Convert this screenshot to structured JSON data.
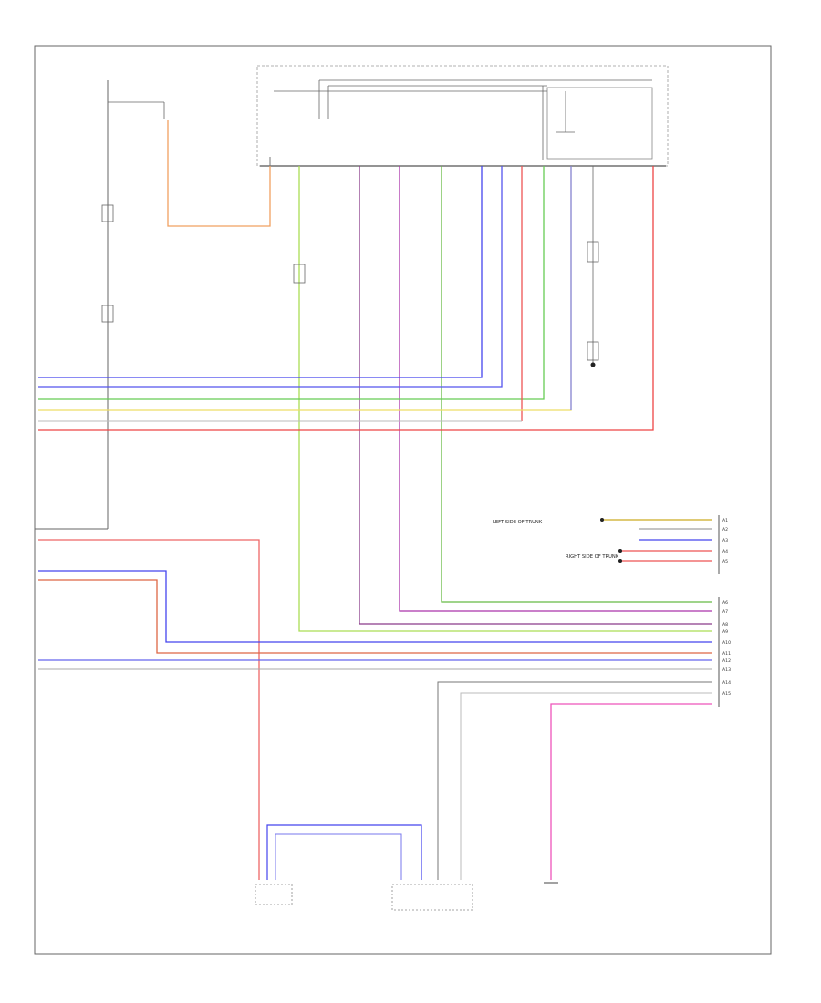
{
  "title": "",
  "frame_caption": "",
  "connector_notes": [
    "LEFT SIDE OF TRUNK",
    "RIGHT SIDE OF TRUNK"
  ],
  "right_connector_pins": [
    "A1",
    "A2",
    "A3",
    "A4",
    "A5",
    "A6",
    "A7",
    "A8",
    "A9",
    "A10",
    "A11",
    "A12",
    "A13",
    "A14",
    "A15"
  ],
  "colors": {
    "orange": "#f0a060",
    "green": "#66cc55",
    "purple": "#8a3b8a",
    "blue": "#3333ee",
    "red": "#ee4444",
    "yellow": "#f0e070",
    "light_green": "#88dd66",
    "pink": "#ee55bb",
    "black": "#222222",
    "gray": "#888888"
  }
}
